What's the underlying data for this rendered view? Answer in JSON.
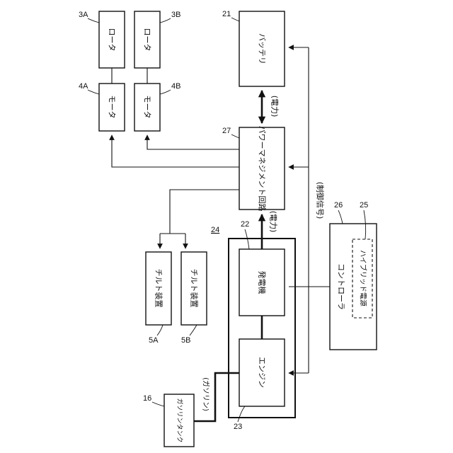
{
  "components": {
    "rotor_a": "ロータ",
    "rotor_b": "ロータ",
    "motor_a": "モータ",
    "motor_b": "モータ",
    "battery": "バッテリ",
    "power_mgmt": "パワーマネジメント回路",
    "tilt_a": "チルト装置",
    "tilt_b": "チルト装置",
    "generator": "発電機",
    "engine": "エンジン",
    "controller": "コントローラ",
    "hybrid_power": "ハイブリッド電源",
    "gas_tank": "ガソリンタンク"
  },
  "signals": {
    "power_battery": "(電力)",
    "power_generator": "(電力)",
    "control_signal": "(制御信号)",
    "gasoline": "(ガソリン)"
  },
  "reference_numbers": {
    "rotor_a": "3A",
    "rotor_b": "3B",
    "motor_a": "4A",
    "motor_b": "4B",
    "battery": "21",
    "power_mgmt": "27",
    "hybrid_unit": "24",
    "generator": "22",
    "controller": "26",
    "hybrid_power": "25",
    "tilt_a": "5A",
    "tilt_b": "5B",
    "gas_tank": "16",
    "engine": "23"
  }
}
